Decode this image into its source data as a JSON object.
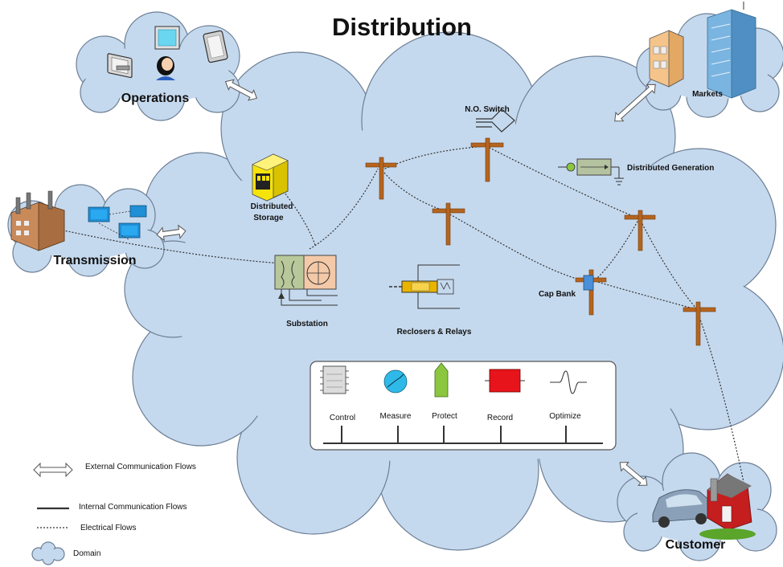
{
  "title": "Distribution",
  "domains": {
    "operations": "Operations",
    "markets": "Markets",
    "transmission": "Transmission",
    "customer": "Customer"
  },
  "components": {
    "no_switch": "N.O. Switch",
    "distributed_generation": "Distributed Generation",
    "distributed_storage_line1": "Distributed",
    "distributed_storage_line2": "Storage",
    "substation": "Substation",
    "reclosers_relays": "Reclosers & Relays",
    "cap_bank": "Cap Bank"
  },
  "functions": {
    "control": "Control",
    "measure": "Measure",
    "protect": "Protect",
    "record": "Record",
    "optimize": "Optimize"
  },
  "legend": {
    "external": "External Communication Flows",
    "internal": "Internal Communication Flows",
    "electrical": "Electrical Flows",
    "domain": "Domain"
  },
  "colors": {
    "cloud": "#c5d9ee",
    "measure": "#2fb9e8",
    "protect": "#8cc63f",
    "record": "#e8141b",
    "storage": "#f5e30b",
    "pole": "#b5641f"
  }
}
